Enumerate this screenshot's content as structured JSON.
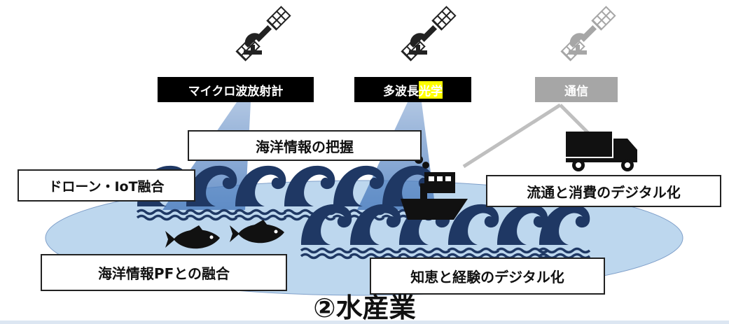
{
  "sensors": {
    "microwave": "マイクロ波放射計",
    "multispectral_prefix": "多波長",
    "multispectral_highlight": "光学",
    "communication": "通信"
  },
  "labels": {
    "ocean_info": "海洋情報の把握",
    "drone_iot": "ドローン・IoT融合",
    "distribution": "流通と消費のデジタル化",
    "ocean_pf": "海洋情報PFとの融合",
    "knowledge": "知恵と経験のデジタル化"
  },
  "title": "②水産業",
  "colors": {
    "navy": "#1f3864",
    "sea": "#bdd7ee",
    "beam": "#4f7fbf",
    "gray": "#a6a6a6"
  }
}
